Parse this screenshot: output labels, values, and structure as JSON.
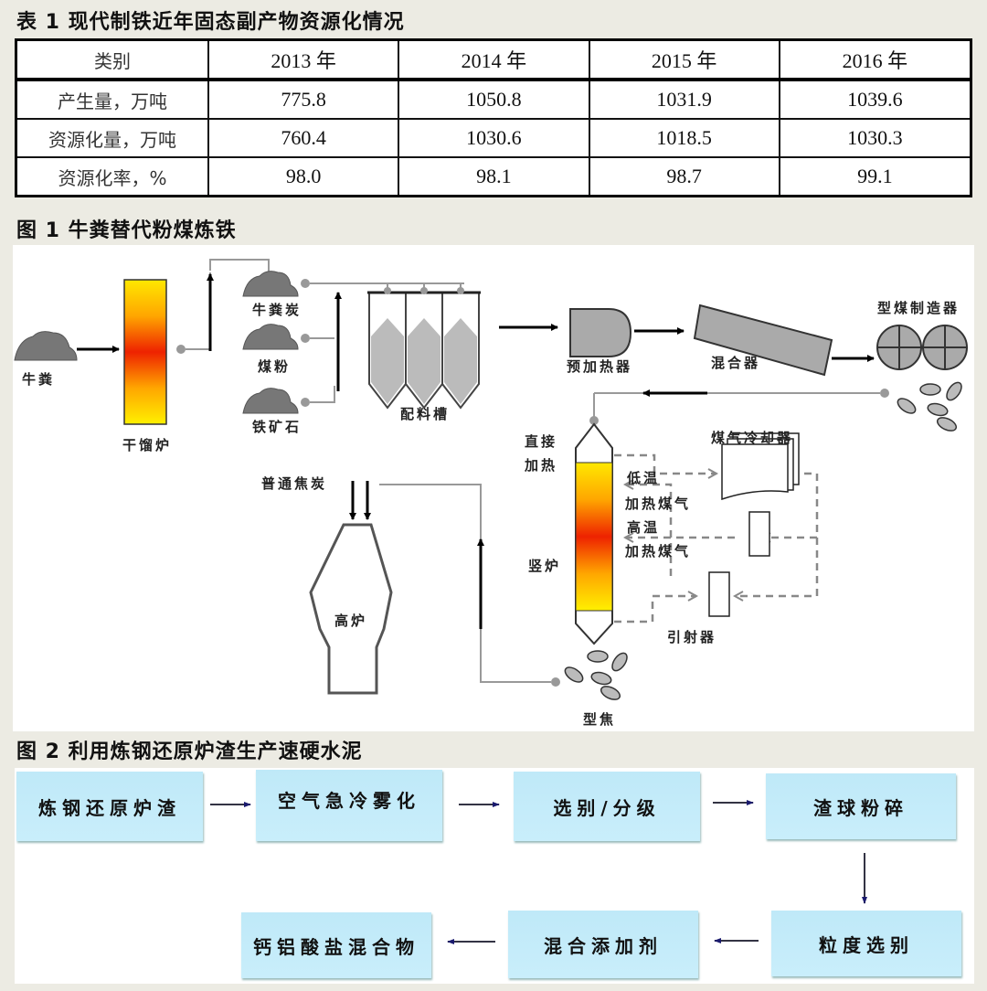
{
  "table1": {
    "caption": "表 1  现代制铁近年固态副产物资源化情况",
    "header": [
      "类别",
      "2013 年",
      "2014 年",
      "2015 年",
      "2016 年"
    ],
    "rows": [
      [
        "产生量，万吨",
        "775.8",
        "1050.8",
        "1031.9",
        "1039.6"
      ],
      [
        "资源化量，万吨",
        "760.4",
        "1030.6",
        "1018.5",
        "1030.3"
      ],
      [
        "资源化率，%",
        "98.0",
        "98.1",
        "98.7",
        "99.1"
      ]
    ]
  },
  "figure1": {
    "caption": "图 1  牛粪替代粉煤炼铁",
    "labels": {
      "cow_dung": "牛粪",
      "dry_distillation_furnace": "干馏炉",
      "cow_dung_char": "牛粪炭",
      "coal_powder": "煤粉",
      "iron_ore": "铁矿石",
      "batching_tank": "配料槽",
      "preheater": "预加热器",
      "mixer": "混合器",
      "briquette_maker": "型煤制造器",
      "direct_heating_1": "直接",
      "direct_heating_2": "加热",
      "shaft_furnace": "竖炉",
      "gas_cooler": "煤气冷却器",
      "low_temp_1": "低温",
      "low_temp_2": "加热煤气",
      "high_temp_1": "高温",
      "high_temp_2": "加热煤气",
      "ejector": "引射器",
      "ordinary_coke": "普通焦炭",
      "blast_furnace": "高炉",
      "formed_coke": "型焦"
    }
  },
  "figure2": {
    "caption": "图 2  利用炼钢还原炉渣生产速硬水泥",
    "steps": [
      "炼钢还原炉渣",
      "空气急冷雾化",
      "选别/分级",
      "渣球粉碎",
      "粒度选别",
      "混合添加剂",
      "钙铝酸盐混合物"
    ]
  }
}
